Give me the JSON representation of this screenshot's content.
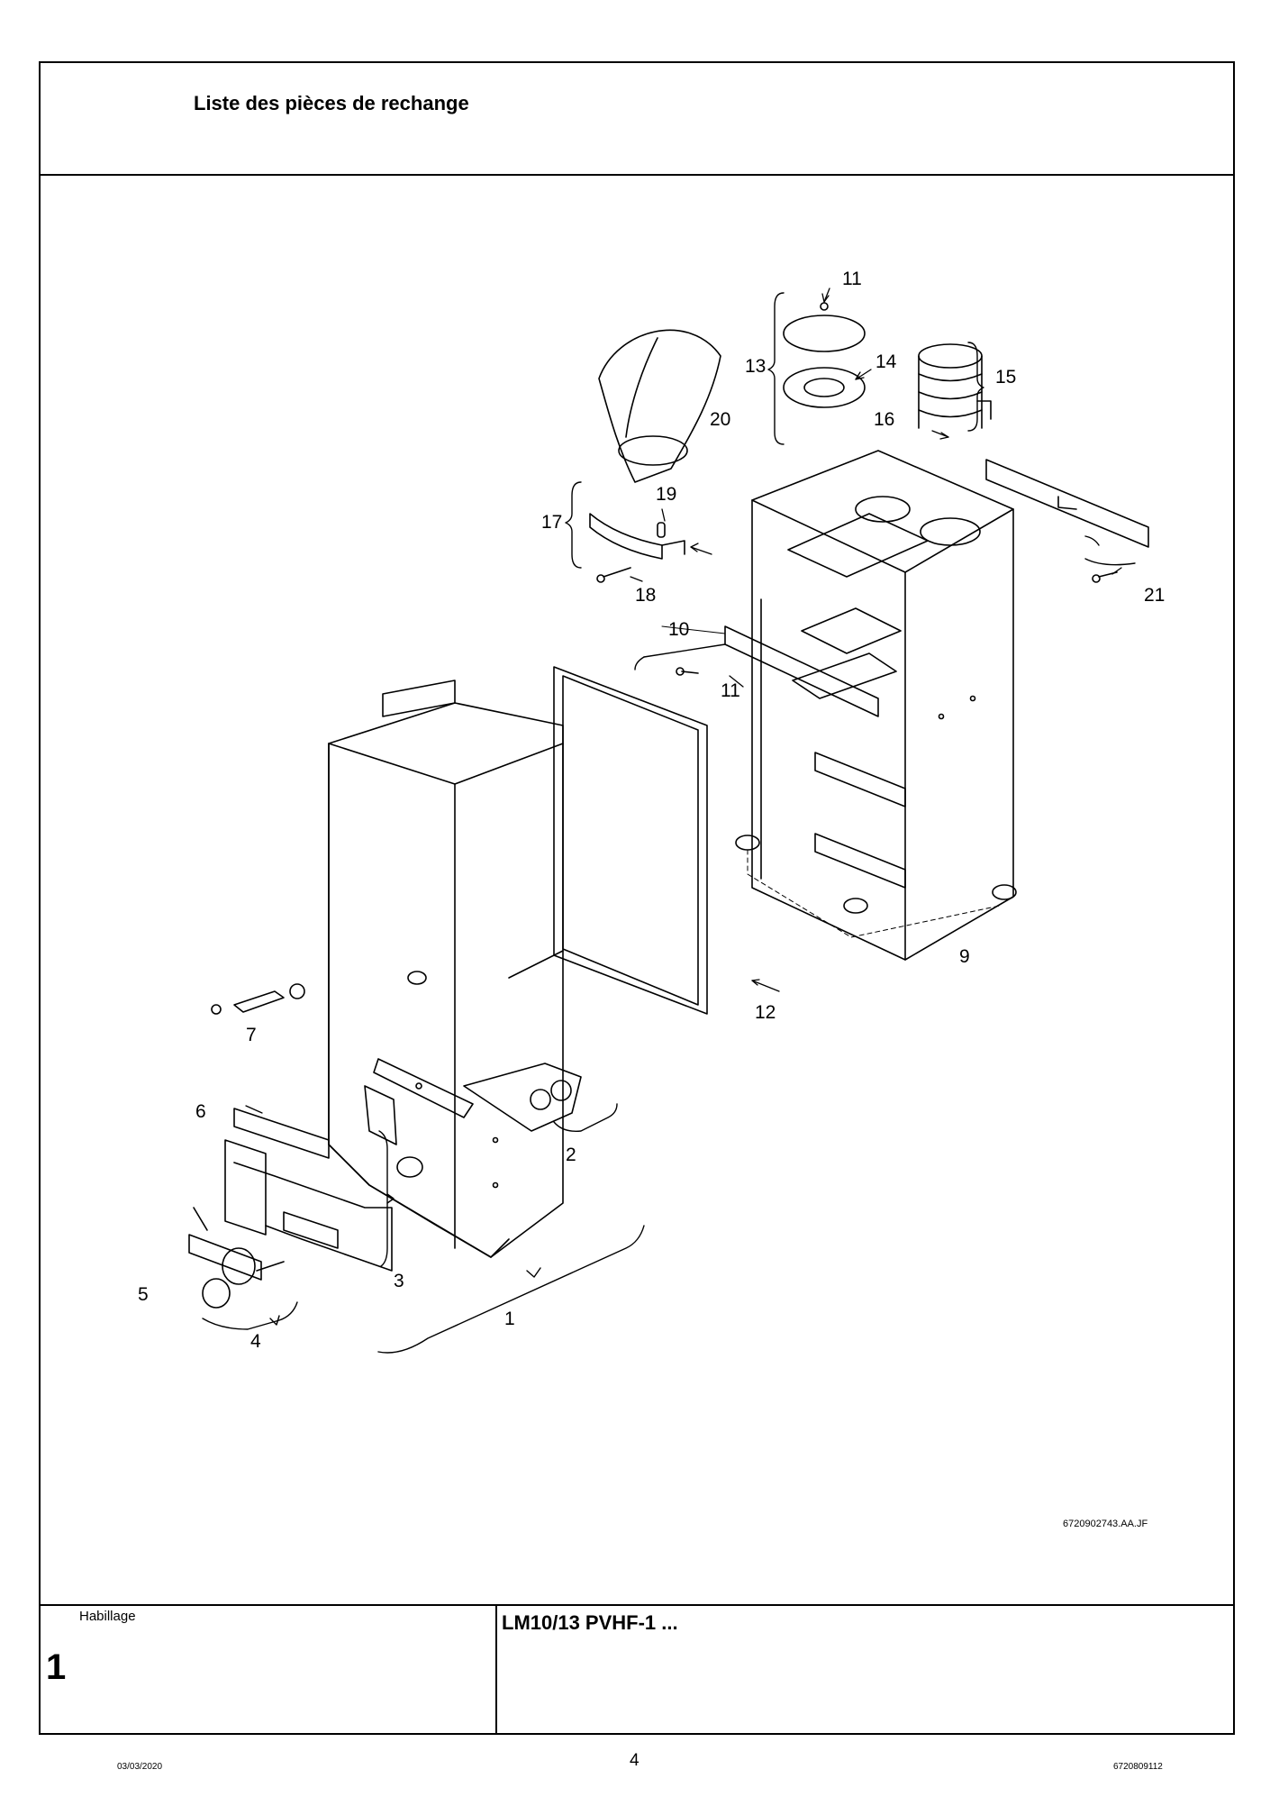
{
  "header": {
    "title": "Liste des pièces de rechange"
  },
  "drawing": {
    "code": "6720902743.AA.JF",
    "callouts": [
      "1",
      "2",
      "3",
      "4",
      "5",
      "6",
      "7",
      "9",
      "10",
      "11",
      "11",
      "12",
      "13",
      "14",
      "15",
      "16",
      "17",
      "18",
      "19",
      "20",
      "21"
    ]
  },
  "footer": {
    "caption": "Habillage",
    "section_number": "1",
    "model": "LM10/13 PVHF-1 ..."
  },
  "page": {
    "date": "03/03/2020",
    "number": "4",
    "doc_number": "6720809112"
  }
}
